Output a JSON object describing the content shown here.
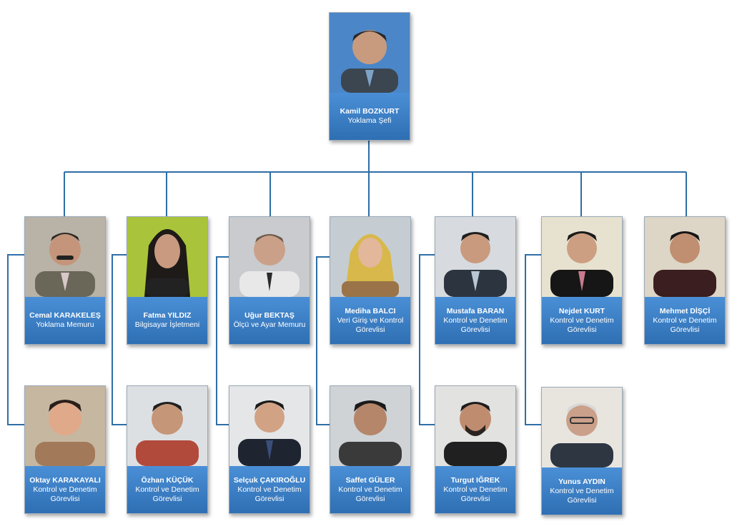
{
  "chief": {
    "name": "Kamil BOZKURT",
    "title": "Yoklama Şefi"
  },
  "columns": [
    {
      "top": {
        "name": "Cemal KARAKELEŞ",
        "title": "Yoklama Memuru"
      },
      "bottom": {
        "name": "Oktay KARAKAYALI",
        "title": "Kontrol ve Denetim Görevlisi"
      }
    },
    {
      "top": {
        "name": "Fatma YILDIZ",
        "title": "Bilgisayar İşletmeni"
      },
      "bottom": {
        "name": "Özhan KÜÇÜK",
        "title": "Kontrol ve Denetim Görevlisi"
      }
    },
    {
      "top": {
        "name": "Uğur BEKTAŞ",
        "title": "Ölçü ve Ayar Memuru"
      },
      "bottom": {
        "name": "Selçuk ÇAKIROĞLU",
        "title": "Kontrol ve Denetim Görevlisi"
      }
    },
    {
      "top": {
        "name": "Mediha BALCI",
        "title": "Veri Giriş ve Kontrol Görevlisi"
      },
      "bottom": {
        "name": "Saffet GÜLER",
        "title": "Kontrol ve Denetim Görevlisi"
      }
    },
    {
      "top": {
        "name": "Mustafa BARAN",
        "title": "Kontrol ve Denetim Görevlisi"
      },
      "bottom": {
        "name": "Turgut IĞREK",
        "title": "Kontrol ve Denetim Görevlisi"
      }
    },
    {
      "top": {
        "name": "Nejdet KURT",
        "title": "Kontrol ve Denetim Görevlisi"
      },
      "bottom": {
        "name": "Yunus AYDIN",
        "title": "Kontrol ve Denetim Görevlisi"
      }
    },
    {
      "top": {
        "name": "Mehmet DİŞÇİ",
        "title": "Kontrol ve Denetim Görevlisi"
      },
      "bottom": null
    }
  ],
  "colors": {
    "line": "#2e6ea6",
    "label": "#3b7ec4",
    "text": "#ffffff"
  }
}
